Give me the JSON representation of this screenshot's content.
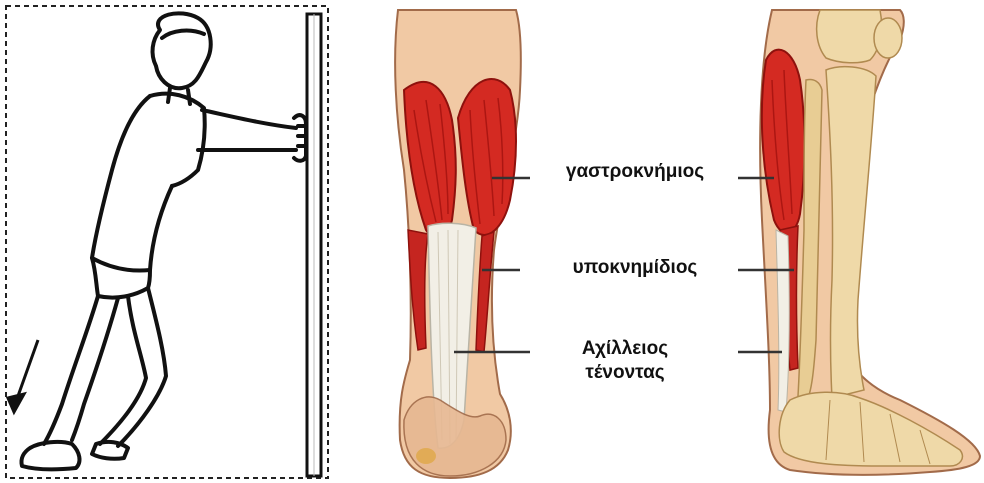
{
  "labels": {
    "gastrocnemius": "γαστροκνήμιος",
    "soleus": "υποκνημίδιος",
    "achilles_line1": "Αχίλλειος",
    "achilles_line2": "τένοντας"
  },
  "colors": {
    "muscle": "#d42a22",
    "muscle_dark": "#a3120f",
    "tendon": "#f2efe6",
    "bone": "#efd9a8",
    "skin": "#f1c9a4",
    "line": "#333333"
  },
  "icons": [
    "stretch-figure-icon",
    "wall-icon",
    "calf-back-view",
    "leg-side-view"
  ]
}
